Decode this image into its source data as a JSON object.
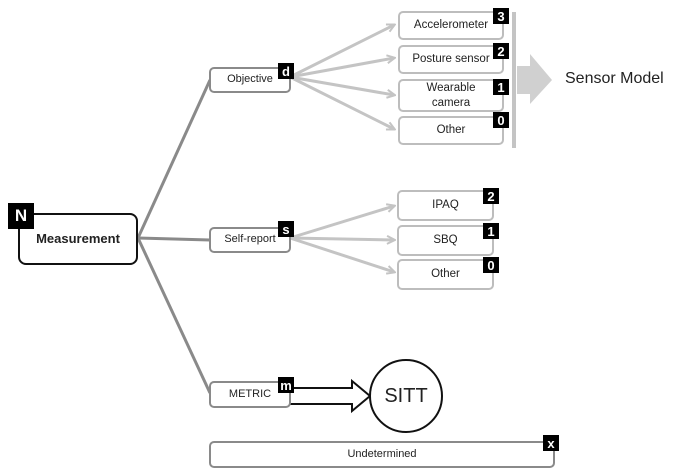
{
  "root": {
    "label": "Measurement",
    "tag": "N"
  },
  "branches": {
    "objective": {
      "label": "Objective",
      "tag": "d"
    },
    "self_report": {
      "label": "Self-report",
      "tag": "s"
    },
    "metric": {
      "label": "METRIC",
      "tag": "m"
    },
    "undetermined": {
      "label": "Undetermined",
      "tag": "x"
    }
  },
  "objective_leaves": [
    {
      "label": "Accelerometer",
      "score": "3"
    },
    {
      "label": "Posture sensor",
      "score": "2"
    },
    {
      "label": "Wearable camera",
      "score": "1"
    },
    {
      "label": "Other",
      "score": "0"
    }
  ],
  "self_report_leaves": [
    {
      "label": "IPAQ",
      "score": "2"
    },
    {
      "label": "SBQ",
      "score": "1"
    },
    {
      "label": "Other",
      "score": "0"
    }
  ],
  "sensor_model_label": "Sensor Model",
  "sitt_label": "SITT"
}
